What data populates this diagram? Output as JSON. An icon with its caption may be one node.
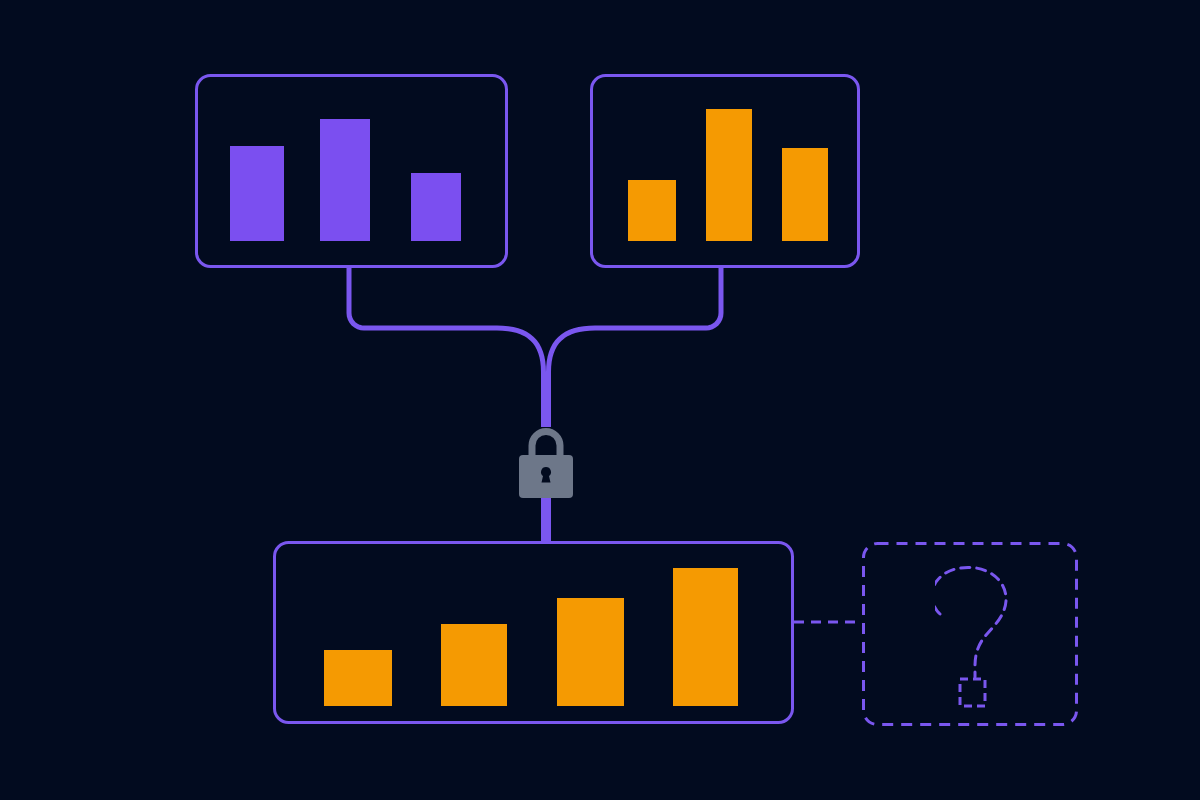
{
  "diagram": {
    "nodes": [
      {
        "text": [],
        "shape": "box"
      },
      {
        "text": [],
        "shape": "box"
      },
      {
        "text": [],
        "shape": "lock"
      },
      {
        "text": [],
        "shape": "box"
      },
      {
        "text": [],
        "shape": "box"
      }
    ],
    "edges": [
      {
        "from": 0,
        "to": 2,
        "arrow": "none"
      },
      {
        "from": 1,
        "to": 2,
        "arrow": "none"
      },
      {
        "from": 2,
        "to": 3,
        "arrow": "none",
        "style": "thick"
      },
      {
        "from": 3,
        "to": 4,
        "arrow": "none",
        "style": "dashed"
      }
    ]
  }
}
